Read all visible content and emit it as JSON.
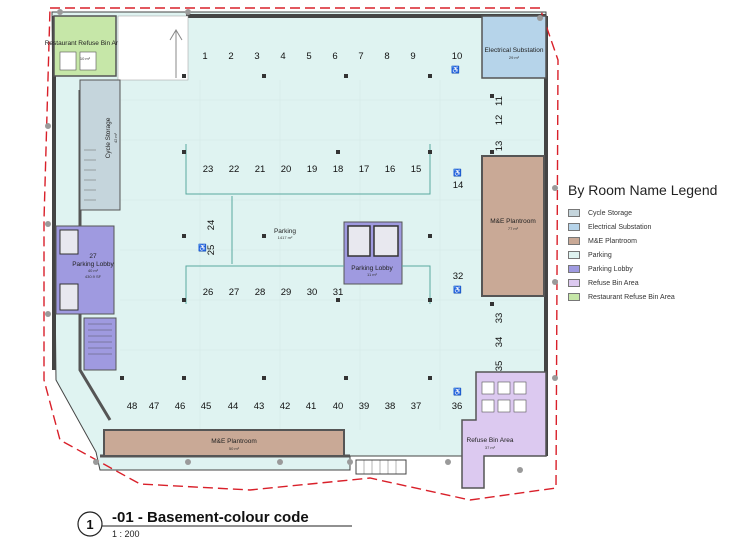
{
  "plan": {
    "rooms": {
      "restaurant_refuse": {
        "name": "Restaurant Refuse Bin Area",
        "area": "10 m²"
      },
      "electrical": {
        "name": "Electrical Substation",
        "area": "29 m²"
      },
      "cycle_storage": {
        "name": "Cycle Storage",
        "area": "42 m²"
      },
      "parking_lobby_west": {
        "number": "27",
        "name": "Parking Lobby",
        "area": "40 m²",
        "area_sqft": "430.9 SF"
      },
      "parking": {
        "name": "Parking",
        "area": "1417 m²"
      },
      "parking_lobby_core": {
        "name": "Parking Lobby",
        "area": "11 m²"
      },
      "plantroom_east": {
        "name": "M&E Plantroom",
        "area": "77 m²"
      },
      "plantroom_south": {
        "name": "M&E Plantroom",
        "area": "50 m²"
      },
      "refuse_bin": {
        "name": "Refuse Bin Area",
        "area": "37 m²"
      }
    },
    "bays_top": [
      "1",
      "2",
      "3",
      "4",
      "5",
      "6",
      "7",
      "8",
      "9",
      "10"
    ],
    "bays_mid_upper": [
      "23",
      "22",
      "21",
      "20",
      "19",
      "18",
      "17",
      "16",
      "15"
    ],
    "bays_mid_lower": [
      "26",
      "27",
      "28",
      "29",
      "30",
      "31"
    ],
    "bays_bottom": [
      "48",
      "47",
      "46",
      "45",
      "44",
      "43",
      "42",
      "41",
      "40",
      "39",
      "38",
      "37",
      "36"
    ],
    "bays_east": [
      "11",
      "12",
      "13",
      "14",
      "32",
      "33",
      "34",
      "35"
    ],
    "bays_west_inner": [
      "24",
      "25"
    ]
  },
  "legend": {
    "title": "By Room Name Legend",
    "items": [
      {
        "label": "Cycle Storage",
        "color": "#c5d5dc"
      },
      {
        "label": "Electrical Substation",
        "color": "#b6d4ea"
      },
      {
        "label": "M&E Plantroom",
        "color": "#c9a996"
      },
      {
        "label": "Parking",
        "color": "#dff3f1"
      },
      {
        "label": "Parking Lobby",
        "color": "#9f9ae0"
      },
      {
        "label": "Refuse Bin Area",
        "color": "#dcc9f0"
      },
      {
        "label": "Restaurant Refuse Bin Area",
        "color": "#c6e7a8"
      }
    ]
  },
  "title_block": {
    "number": "1",
    "title": "-01 - Basement-colour code",
    "scale": "1 : 200"
  }
}
